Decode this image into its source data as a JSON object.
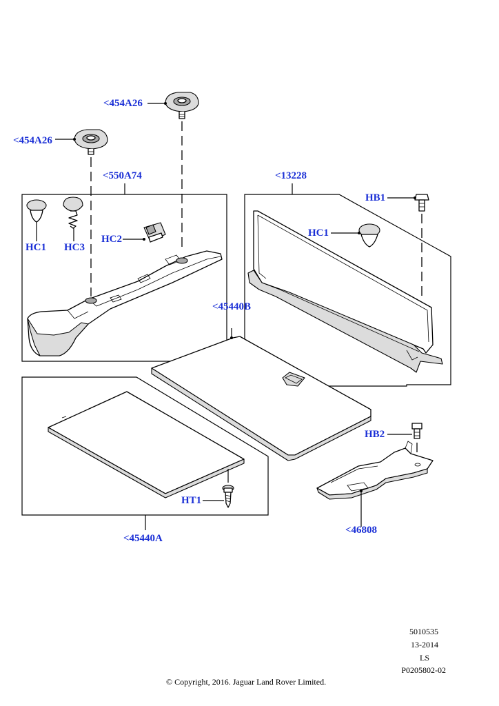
{
  "callouts": {
    "cap_top": "<454A26",
    "cap_left": "<454A26",
    "trim_left": "<550A74",
    "hc1_left": "HC1",
    "hc3": "HC3",
    "hc2": "HC2",
    "panel_right": "<13228",
    "hb1": "HB1",
    "hc1_right": "HC1",
    "floor_center": "<45440B",
    "floor_left": "<45440A",
    "ht1": "HT1",
    "hb2": "HB2",
    "bracket": "<46808"
  },
  "footer": {
    "line1": "5010535",
    "line2": "13-2014",
    "line3": "LS",
    "line4": "P0205802-02",
    "copyright": "© Copyright, 2016. Jaguar Land Rover Limited."
  },
  "colors": {
    "callout": "#1a2fd6",
    "line": "#000000",
    "part_fill_light": "#dcdcdc",
    "part_fill_dark": "#a8a8a8"
  }
}
